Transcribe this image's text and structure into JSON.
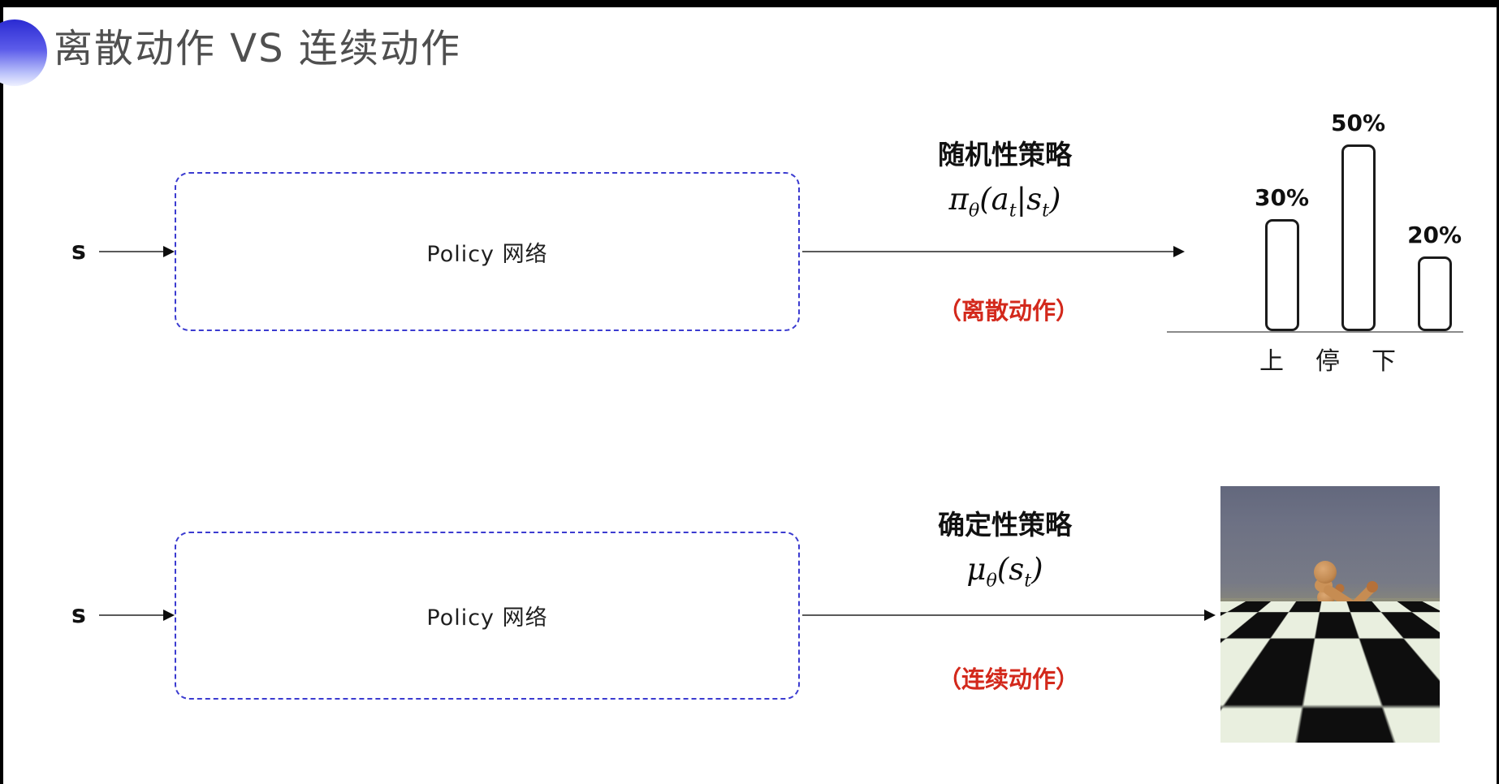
{
  "header": {
    "title": "离散动作 VS 连续动作"
  },
  "top_flow": {
    "input_label": "s",
    "box_label": "Policy 网络",
    "policy_type_label": "随机性策略",
    "formula_parts": [
      {
        "t": "π"
      },
      {
        "t": "θ",
        "sub": true
      },
      {
        "t": "("
      },
      {
        "t": "a"
      },
      {
        "t": "t",
        "sub": true
      },
      {
        "t": "|"
      },
      {
        "t": "s"
      },
      {
        "t": "t",
        "sub": true
      },
      {
        "t": ")"
      }
    ],
    "action_note": "（离散动作）"
  },
  "bottom_flow": {
    "input_label": "s",
    "box_label": "Policy 网络",
    "policy_type_label": "确定性策略",
    "formula_parts": [
      {
        "t": "μ"
      },
      {
        "t": "θ",
        "sub": true
      },
      {
        "t": "("
      },
      {
        "t": "s"
      },
      {
        "t": "t",
        "sub": true
      },
      {
        "t": ")"
      }
    ],
    "action_note": "（连续动作）"
  },
  "chart_data": {
    "type": "bar",
    "categories": [
      "上",
      "停",
      "下"
    ],
    "values": [
      30,
      50,
      20
    ],
    "value_labels": [
      "30%",
      "50%",
      "20%"
    ],
    "title": "",
    "xlabel": "",
    "ylabel": "",
    "ylim": [
      0,
      55
    ],
    "grid": false,
    "legend": false
  },
  "colors": {
    "accent_blue": "#3b3bd0",
    "note_red": "#d3291c",
    "title_gray": "#4f4f4f",
    "bar_outline": "#1b1b1b"
  }
}
